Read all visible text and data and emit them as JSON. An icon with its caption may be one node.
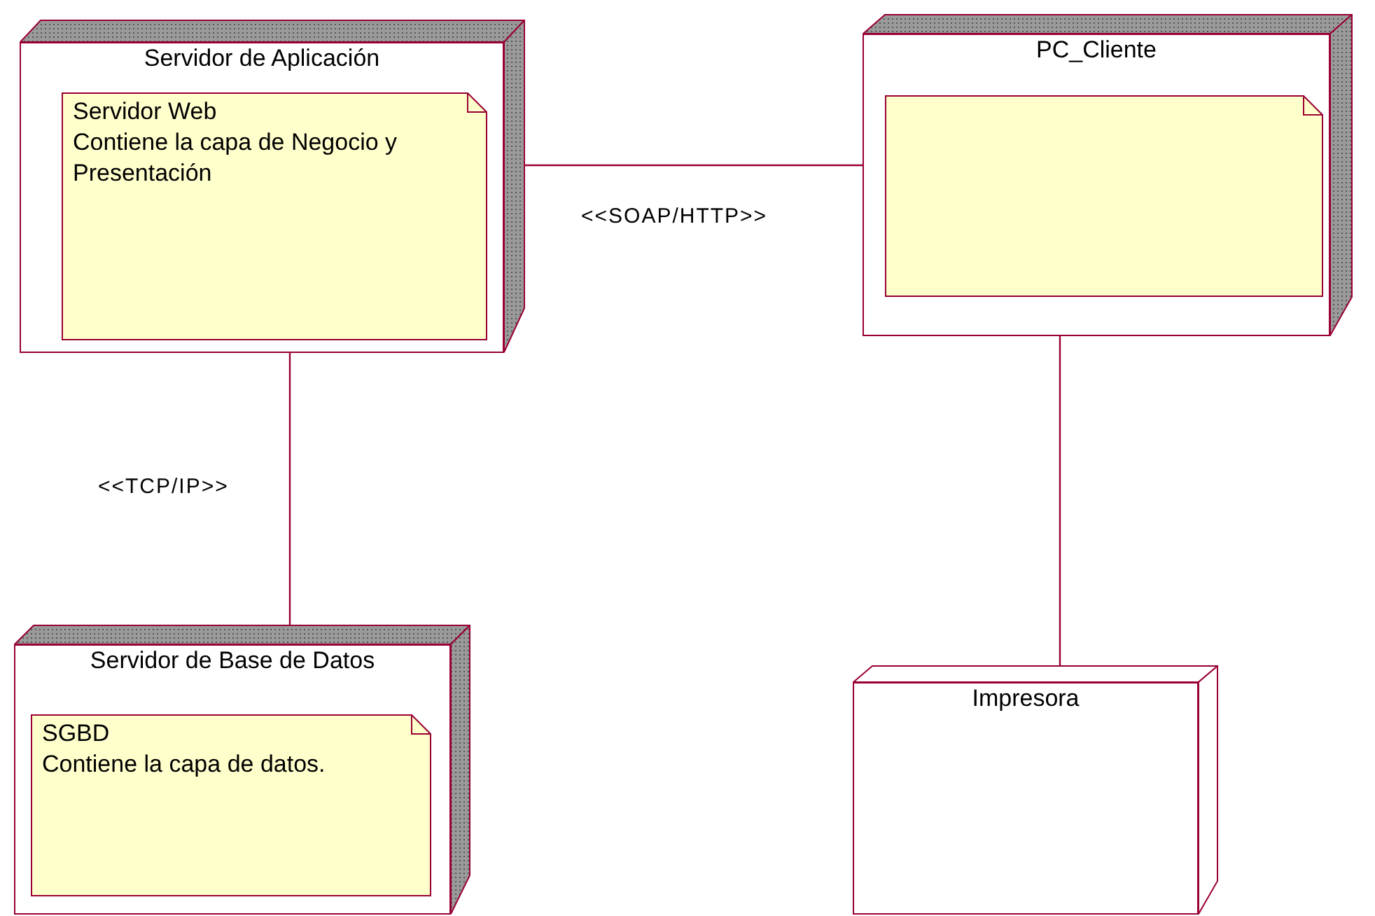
{
  "diagram": {
    "nodes": [
      {
        "text": [
          "Servidor de Aplicación"
        ]
      },
      {
        "text": [
          "Servidor Web",
          "Contiene la capa de Negocio y Presentación"
        ],
        "in": 0
      },
      {
        "text": [
          "PC_Cliente"
        ]
      },
      {
        "text": [],
        "shape": "note",
        "in": 2
      },
      {
        "text": [
          "Servidor de Base de Datos"
        ]
      },
      {
        "text": [
          "SGBD",
          "Contiene la capa de datos."
        ],
        "in": 4
      },
      {
        "text": [
          "Impresora"
        ]
      }
    ],
    "edges": [
      {
        "from": 0,
        "to": 2,
        "arrow": "none",
        "label": "<<SOAP/HTTP>>"
      },
      {
        "from": 0,
        "to": 4,
        "arrow": "none",
        "label": "<<TCP/IP>>"
      },
      {
        "from": 2,
        "to": 6,
        "arrow": "none"
      }
    ]
  }
}
